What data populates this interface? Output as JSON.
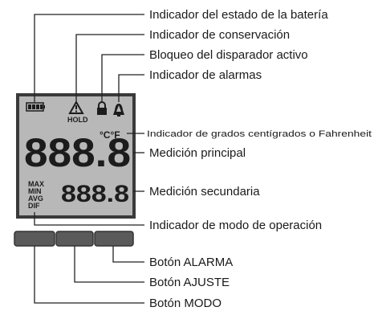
{
  "display": {
    "hold_text": "HOLD",
    "unit_text": "°C°F",
    "primary_reading": "888.8",
    "secondary_reading": "888.8",
    "mode_labels": [
      "MAX",
      "MIN",
      "AVG",
      "DIF"
    ]
  },
  "callouts": [
    {
      "id": "battery",
      "text": "Indicador del estado de la batería"
    },
    {
      "id": "hold",
      "text": "Indicador de conservación"
    },
    {
      "id": "trigger-lock",
      "text": "Bloqueo del disparador activo"
    },
    {
      "id": "alarm",
      "text": "Indicador de alarmas"
    },
    {
      "id": "units",
      "text": "Indicador de grados centígrados o Fahrenheit"
    },
    {
      "id": "primary",
      "text": "Medición principal"
    },
    {
      "id": "secondary",
      "text": "Medición secundaria"
    },
    {
      "id": "mode",
      "text": "Indicador de modo de operación"
    },
    {
      "id": "alarm-button",
      "text": "Botón ALARMA"
    },
    {
      "id": "set-button",
      "text": "Botón AJUSTE"
    },
    {
      "id": "mode-button",
      "text": "Botón MODO"
    }
  ],
  "colors": {
    "screen": "#b8b8b8",
    "screen_border": "#3a3a3a",
    "button": "#5a5a5a",
    "line": "#222222"
  }
}
